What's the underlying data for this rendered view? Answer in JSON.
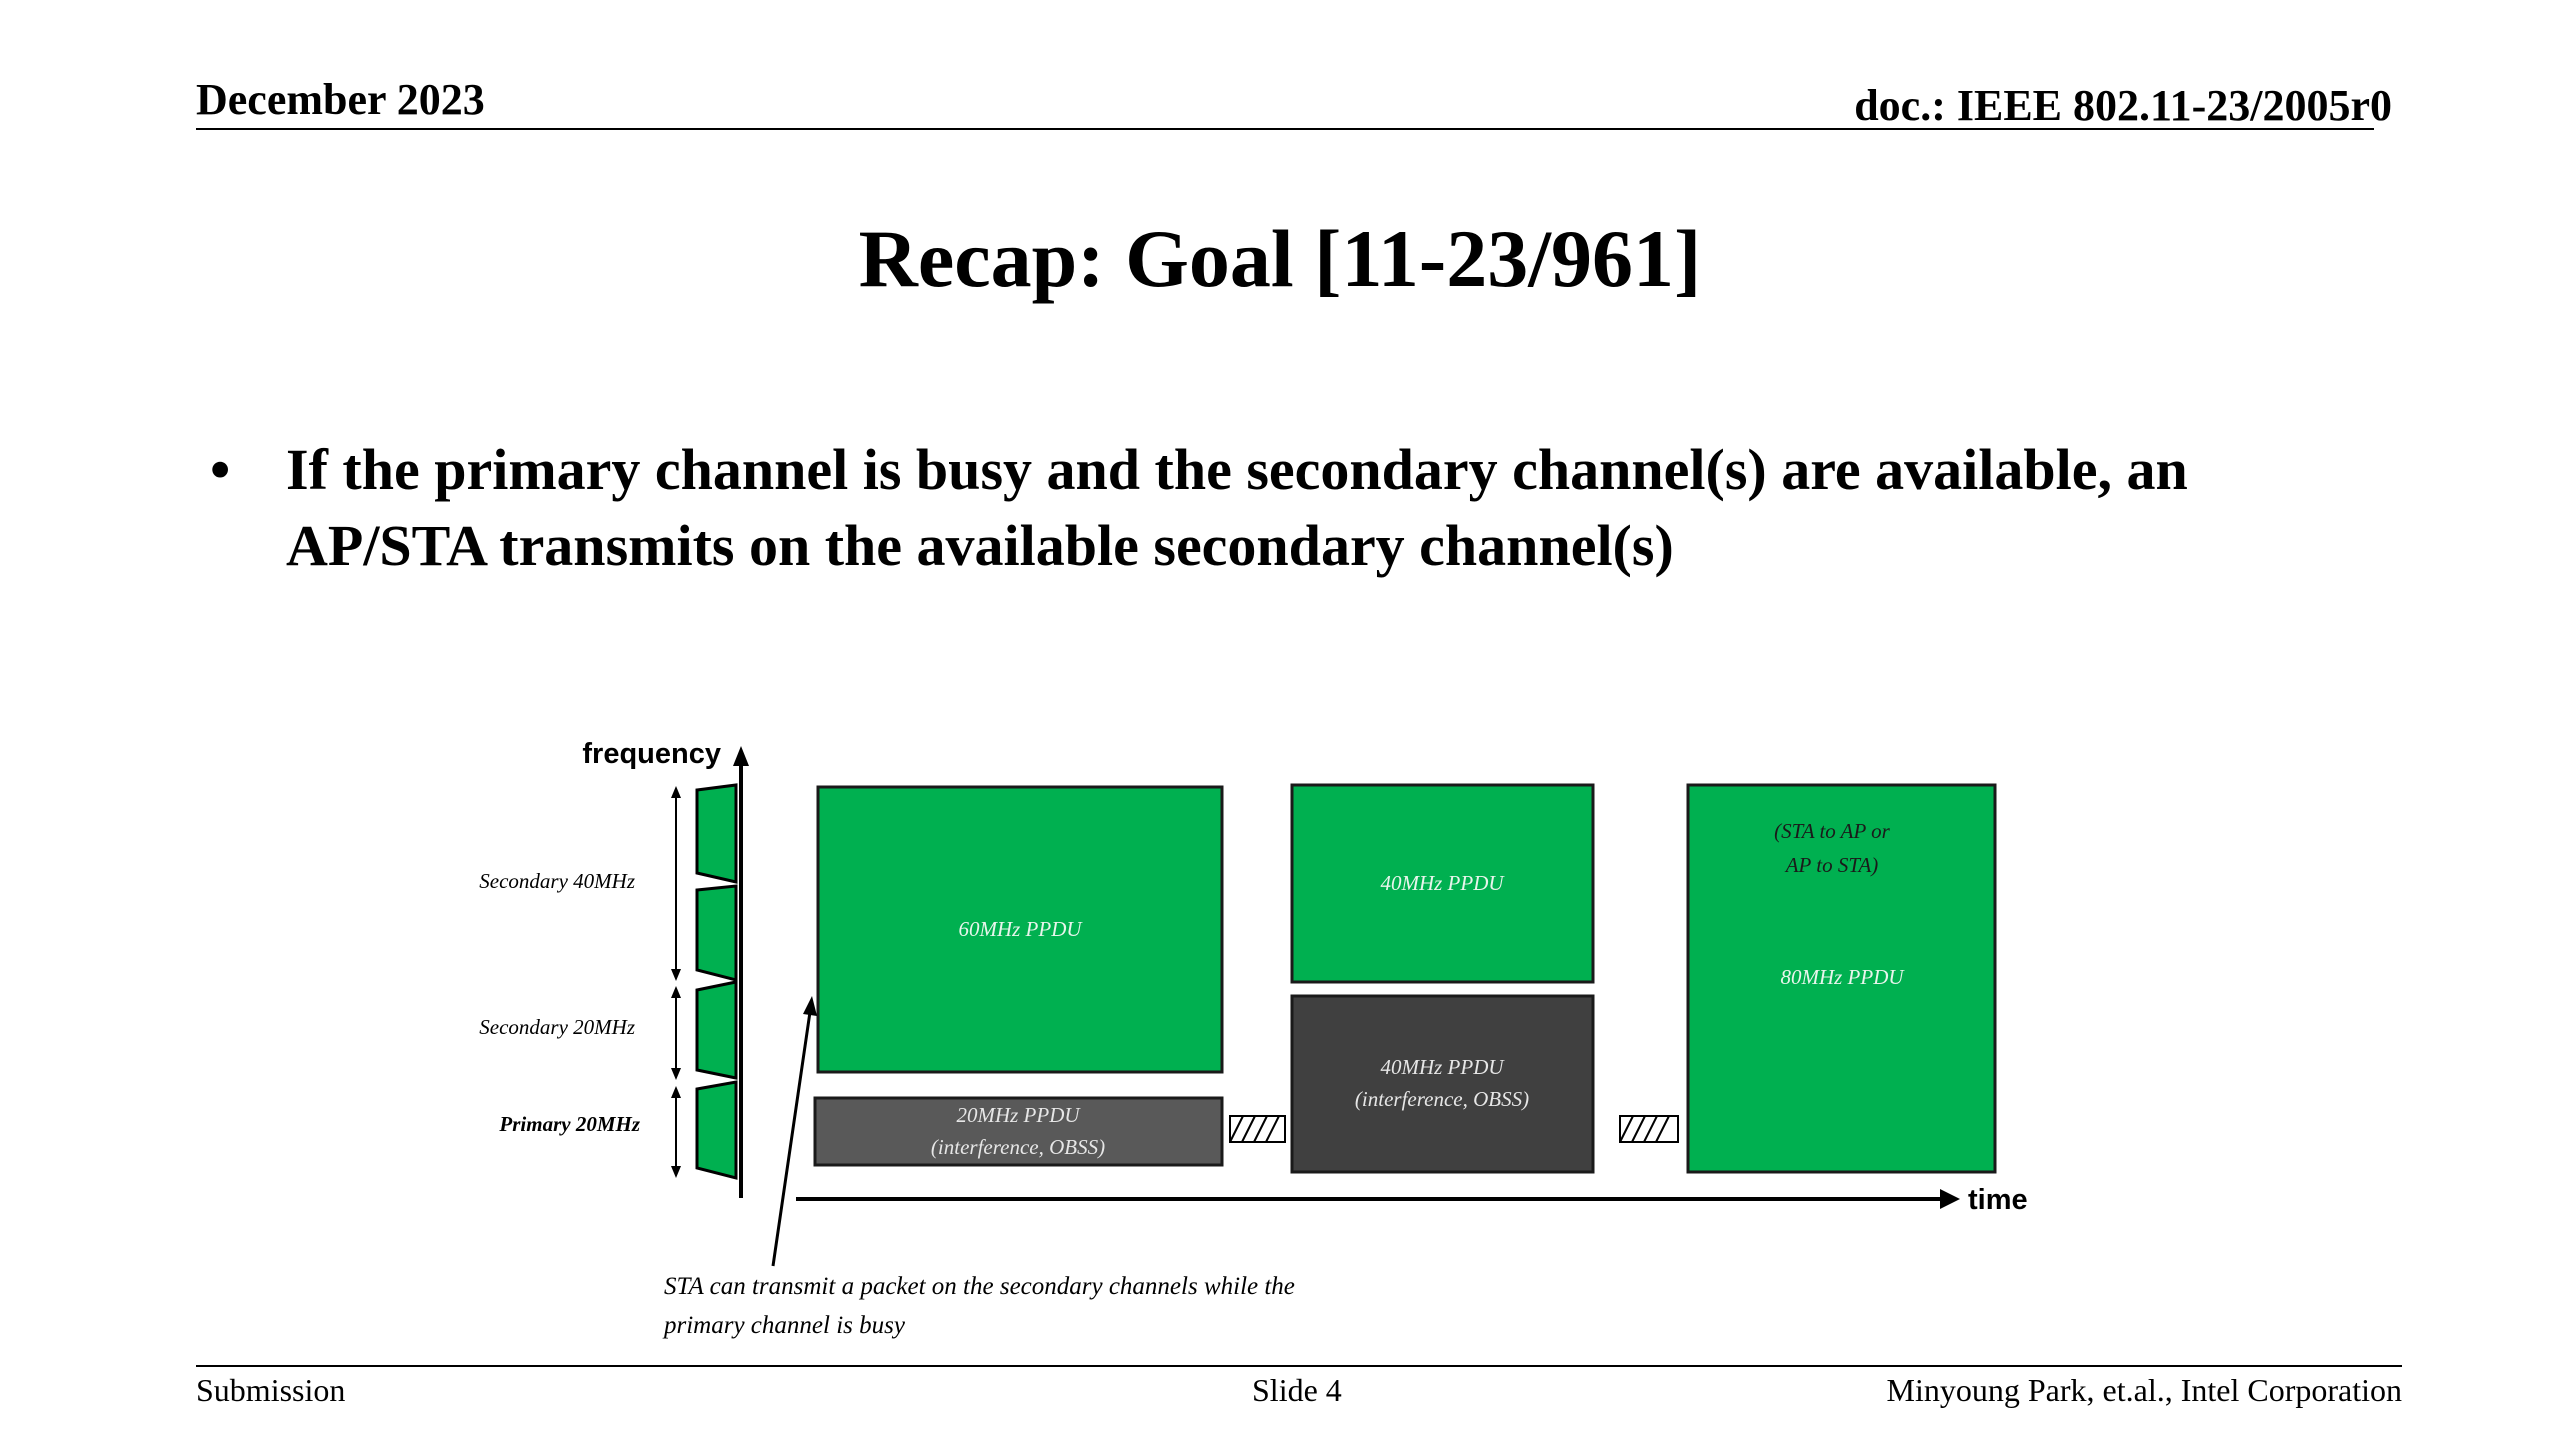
{
  "header": {
    "date": "December 2023",
    "doc_id": "doc.: IEEE 802.11-23/2005r0"
  },
  "slide": {
    "title": "Recap: Goal [11-23/961]",
    "bullets": [
      "If the primary channel is busy and the secondary channel(s) are available, an AP/STA transmits on the available secondary channel(s)"
    ]
  },
  "diagram": {
    "y_axis_label": "frequency",
    "x_axis_label": "time",
    "channel_labels": {
      "secondary_40": "Secondary 40MHz",
      "secondary_20": "Secondary 20MHz",
      "primary_20": "Primary 20MHz"
    },
    "blocks": {
      "ppdu_60": "60MHz PPDU",
      "ppdu_20_line1": "20MHz PPDU",
      "ppdu_20_line2": "(interference, OBSS)",
      "ppdu_40_top": "40MHz PPDU",
      "ppdu_40_obss_line1": "40MHz PPDU",
      "ppdu_40_obss_line2": "(interference, OBSS)",
      "ppdu_80_note_line1": "(STA to AP or",
      "ppdu_80_note_line2": "AP to STA)",
      "ppdu_80": "80MHz PPDU"
    },
    "caption_line1": "STA can transmit a packet on the secondary channels while the",
    "caption_line2": "primary channel is busy",
    "colors": {
      "green": "#00b050",
      "obss_gray_light": "#595959",
      "obss_gray_dark": "#404040"
    }
  },
  "footer": {
    "left": "Submission",
    "center": "Slide 4",
    "right": "Minyoung Park, et.al., Intel Corporation"
  }
}
